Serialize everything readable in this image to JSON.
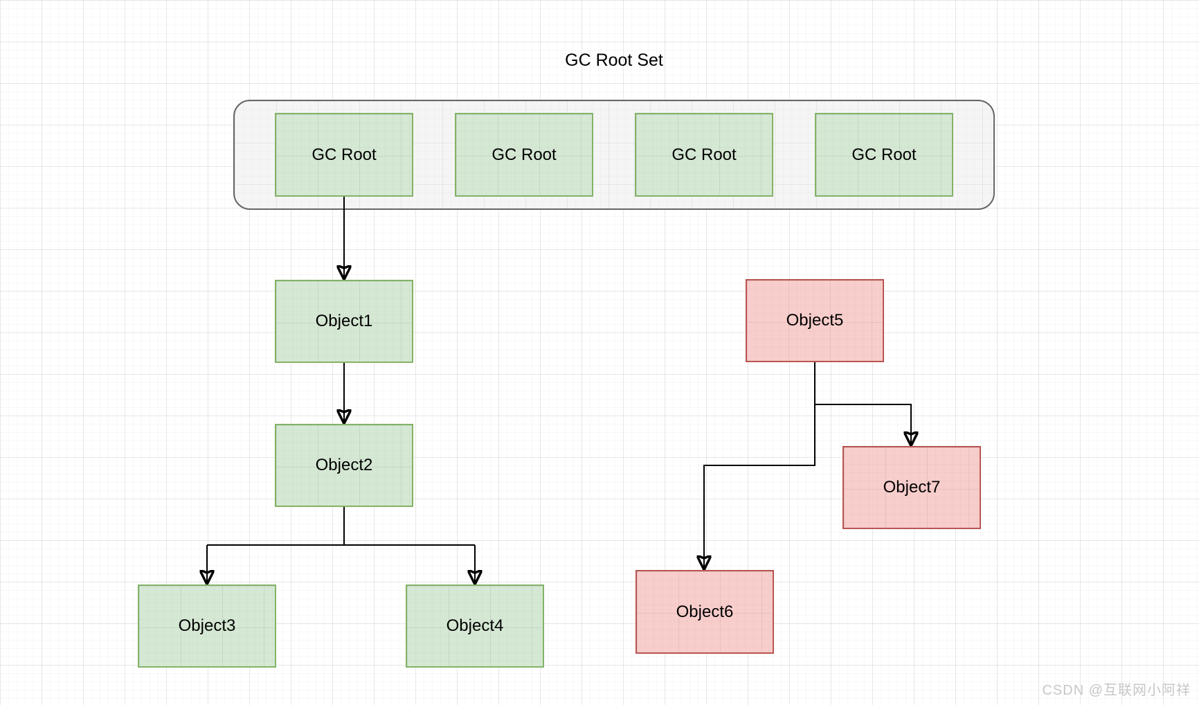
{
  "title": "GC Root Set",
  "watermark": "CSDN @互联网小阿祥",
  "colors": {
    "canvas_bg": "#ffffff",
    "grid_minor": "#f2f2f2",
    "grid_major": "#e8e8e8",
    "container_fill": "#f5f5f5",
    "container_border": "#666666",
    "reachable_fill": "#d5e8d4",
    "reachable_border": "#82b366",
    "unreachable_fill": "#f8cecc",
    "unreachable_border": "#b85450",
    "edge_color": "#000000",
    "label_color": "#000000",
    "watermark_color": "#c6c6c6"
  },
  "gc_root_set": {
    "roots": [
      {
        "label": "GC Root"
      },
      {
        "label": "GC Root"
      },
      {
        "label": "GC Root"
      },
      {
        "label": "GC Root"
      }
    ]
  },
  "objects": [
    {
      "label": "Object1",
      "state": "reachable"
    },
    {
      "label": "Object2",
      "state": "reachable"
    },
    {
      "label": "Object3",
      "state": "reachable"
    },
    {
      "label": "Object4",
      "state": "reachable"
    },
    {
      "label": "Object5",
      "state": "unreachable"
    },
    {
      "label": "Object6",
      "state": "unreachable"
    },
    {
      "label": "Object7",
      "state": "unreachable"
    }
  ],
  "edges": [
    {
      "from": "gc-root-1",
      "to": "object1"
    },
    {
      "from": "object1",
      "to": "object2"
    },
    {
      "from": "object2",
      "to": "object3"
    },
    {
      "from": "object2",
      "to": "object4"
    },
    {
      "from": "object5",
      "to": "object7"
    },
    {
      "from": "object5",
      "to": "object6"
    }
  ]
}
